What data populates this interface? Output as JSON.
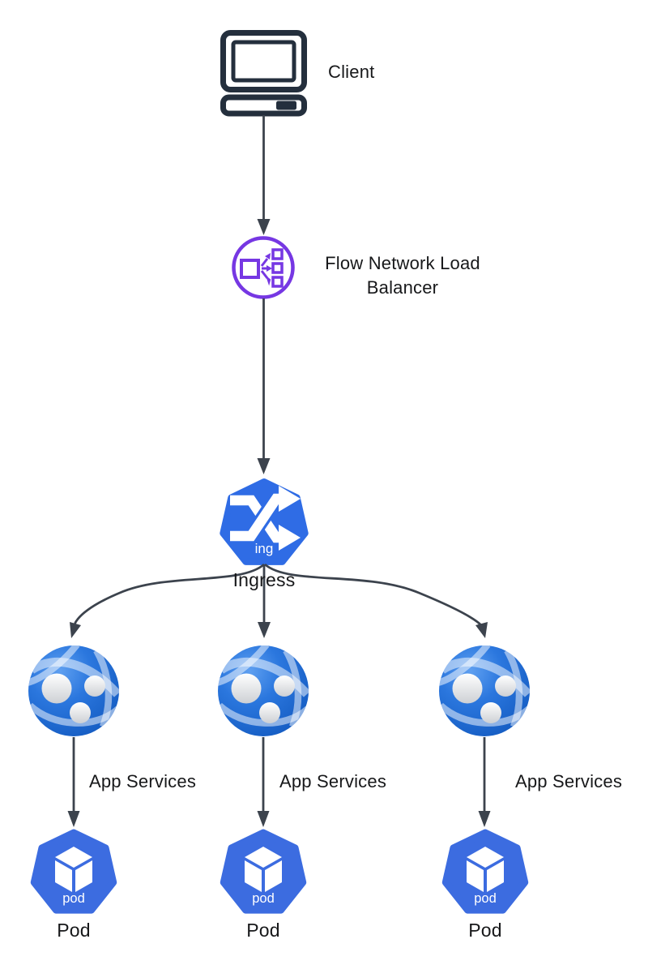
{
  "diagram": {
    "client": {
      "label": "Client"
    },
    "load_balancer": {
      "label_line1": "Flow Network Load",
      "label_line2": "Balancer"
    },
    "ingress": {
      "label": "Ingress",
      "badge": "ing"
    },
    "app_services": [
      {
        "label": "App Services"
      },
      {
        "label": "App Services"
      },
      {
        "label": "App Services"
      }
    ],
    "pods": [
      {
        "label": "Pod",
        "badge": "pod"
      },
      {
        "label": "Pod",
        "badge": "pod"
      },
      {
        "label": "Pod",
        "badge": "pod"
      }
    ],
    "colors": {
      "arrow": "#3c434d",
      "text": "#17181a",
      "client_icon": "#242f3d",
      "load_balancer_purple": "#7637e3",
      "ingress_blue": "#2f6ce5",
      "pod_blue": "#3c6ce0",
      "globe_blue": "#2273dd",
      "globe_arc": "#a3c6ee",
      "icon_glyph_white": "#ffffff"
    }
  }
}
